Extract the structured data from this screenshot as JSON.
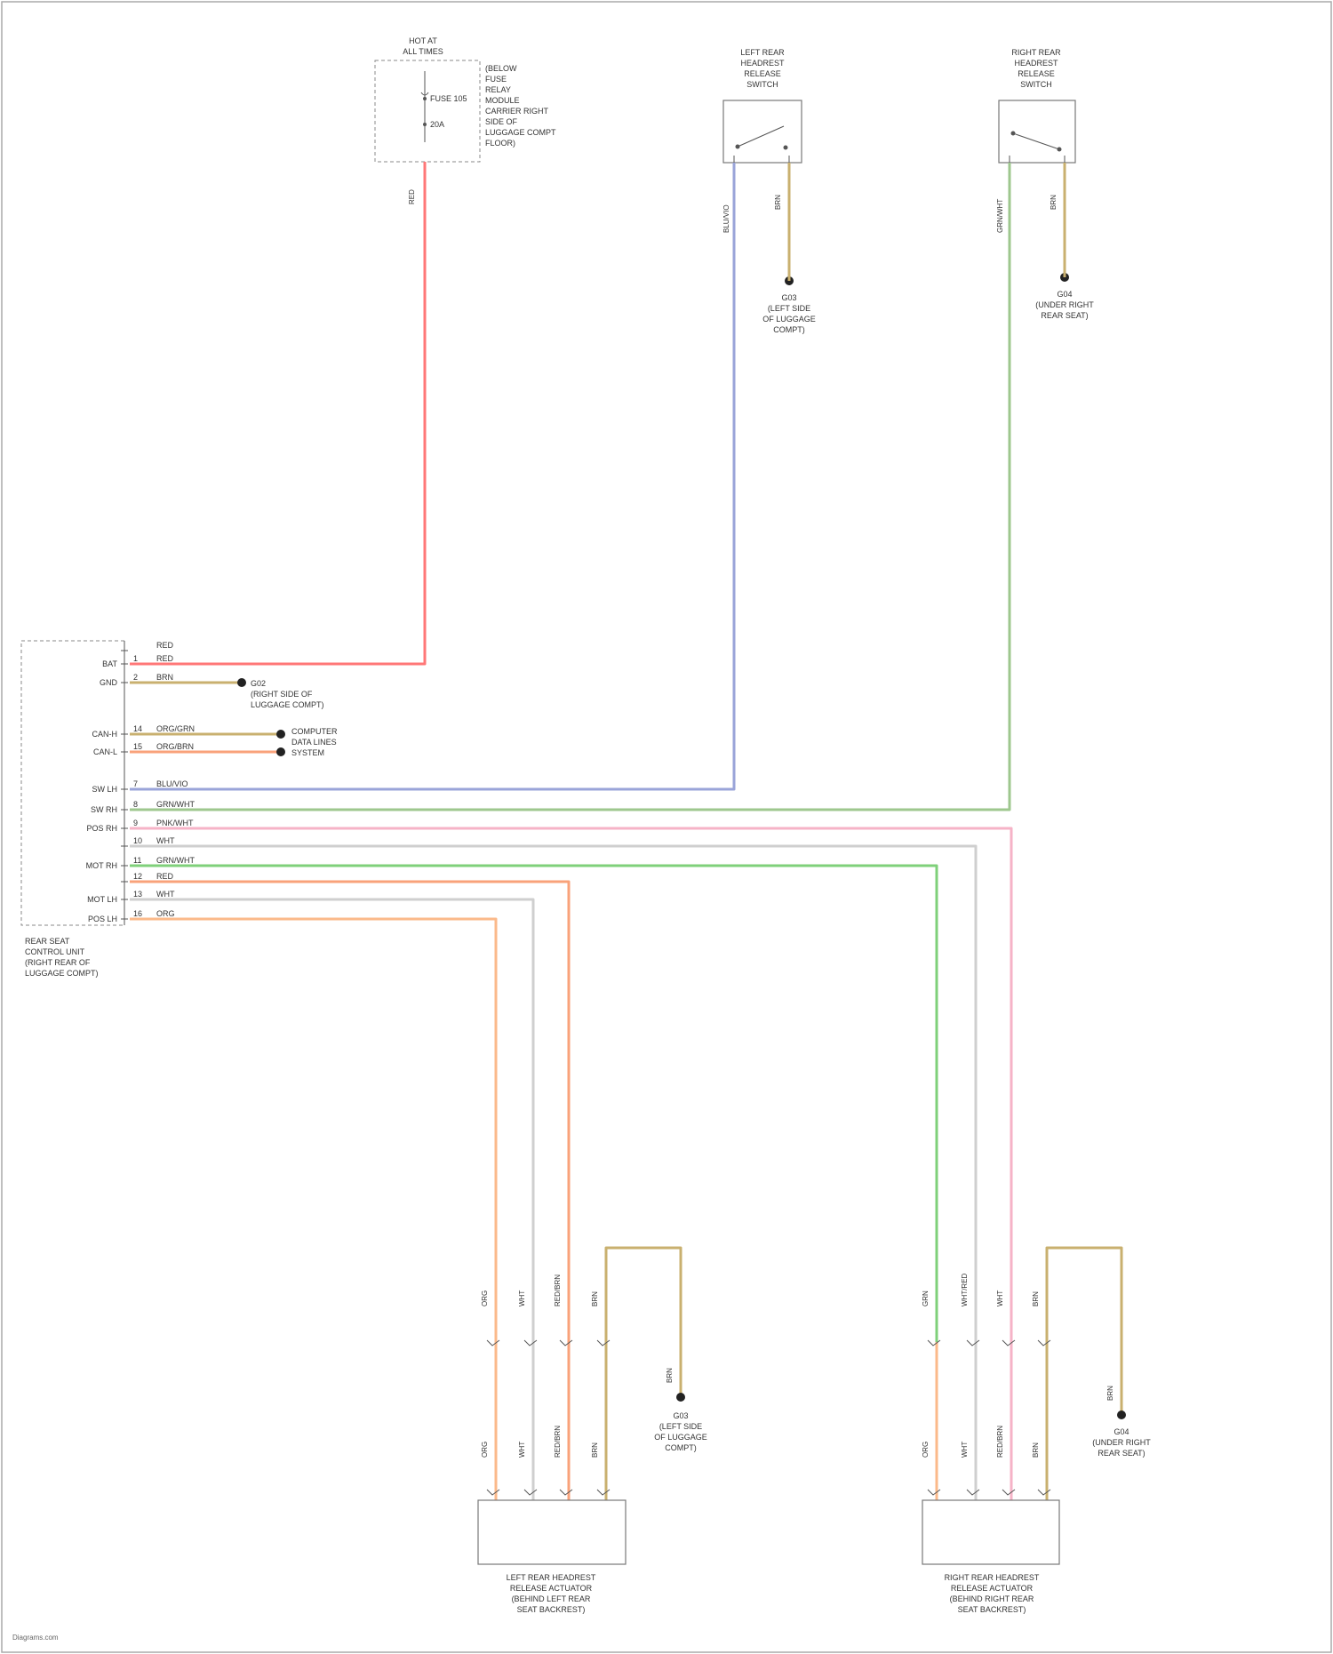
{
  "colors": {
    "red": "#ff7777",
    "brown_yellow": "#c9b06f",
    "blue_violet": "#9aa4d9",
    "green_white": "#9ec78e",
    "pink": "#f6b3c7",
    "white": "#cfcfcf",
    "green": "#7fd07a",
    "orange": "#fbb98a",
    "salmon": "#f9a27a"
  },
  "fuse_block": {
    "title": [
      "HOT AT",
      "ALL TIMES"
    ],
    "fuse_label": "FUSE 105",
    "fuse_rating": "20A",
    "description": [
      "(BELOW",
      "FUSE",
      "RELAY",
      "MODULE",
      "CARRIER RIGHT",
      "SIDE OF",
      "LUGGAGE COMPT",
      "FLOOR)"
    ],
    "wire_color": "RED"
  },
  "switches": [
    {
      "name": [
        "LEFT REAR",
        "HEADREST",
        "RELEASE",
        "SWITCH"
      ],
      "signal_wire": "BLU/VIO",
      "ground_wire": "BRN",
      "ground_label": [
        "G03",
        "(LEFT SIDE",
        "OF LUGGAGE",
        "COMPT)"
      ]
    },
    {
      "name": [
        "RIGHT REAR",
        "HEADREST",
        "RELEASE",
        "SWITCH"
      ],
      "signal_wire": "GRN/WHT",
      "ground_wire": "BRN",
      "ground_label": [
        "G04",
        "(UNDER RIGHT",
        "REAR SEAT)"
      ]
    }
  ],
  "module": {
    "name": [
      "REAR SEAT",
      "CONTROL UNIT",
      "(RIGHT REAR OF",
      "LUGGAGE COMPT)"
    ],
    "pins": [
      {
        "function": "",
        "pin": "",
        "wire": "RED"
      },
      {
        "function": "BAT",
        "pin": "1",
        "wire": "RED"
      },
      {
        "function": "GND",
        "pin": "2",
        "wire": "BRN"
      },
      {
        "function": "CAN-H",
        "pin": "14",
        "wire": "ORG/GRN"
      },
      {
        "function": "CAN-L",
        "pin": "15",
        "wire": "ORG/BRN"
      },
      {
        "function": "SW LH",
        "pin": "7",
        "wire": "BLU/VIO"
      },
      {
        "function": "SW RH",
        "pin": "8",
        "wire": "GRN/WHT"
      },
      {
        "function": "POS RH",
        "pin": "9",
        "wire": "PNK/WHT"
      },
      {
        "function": "",
        "pin": "10",
        "wire": "WHT"
      },
      {
        "function": "MOT RH",
        "pin": "11",
        "wire": "GRN/WHT"
      },
      {
        "function": "",
        "pin": "12",
        "wire": "RED"
      },
      {
        "function": "MOT LH",
        "pin": "13",
        "wire": "WHT"
      },
      {
        "function": "POS LH",
        "pin": "16",
        "wire": "ORG"
      }
    ],
    "ground_label": [
      "G02",
      "(RIGHT SIDE OF",
      "LUGGAGE COMPT)"
    ],
    "can_label": [
      "COMPUTER",
      "DATA LINES",
      "SYSTEM"
    ]
  },
  "actuators": [
    {
      "name": [
        "LEFT REAR HEADREST",
        "RELEASE ACTUATOR",
        "(BEHIND LEFT REAR",
        "SEAT BACKREST)"
      ],
      "upper_wires": [
        "ORG",
        "WHT",
        "RED/BRN",
        "BRN"
      ],
      "lower_wires": [
        "ORG",
        "WHT",
        "RED/BRN",
        "BRN"
      ],
      "ground_label": [
        "G03",
        "(LEFT SIDE",
        "OF LUGGAGE",
        "COMPT)"
      ]
    },
    {
      "name": [
        "RIGHT REAR HEADREST",
        "RELEASE ACTUATOR",
        "(BEHIND RIGHT REAR",
        "SEAT BACKREST)"
      ],
      "upper_wires": [
        "GRN",
        "WHT/RED",
        "WHT",
        "BRN"
      ],
      "lower_wires": [
        "ORG",
        "WHT",
        "RED/BRN",
        "BRN"
      ],
      "ground_label": [
        "G04",
        "(UNDER RIGHT",
        "REAR SEAT)"
      ]
    }
  ],
  "footer": "Diagrams.com"
}
